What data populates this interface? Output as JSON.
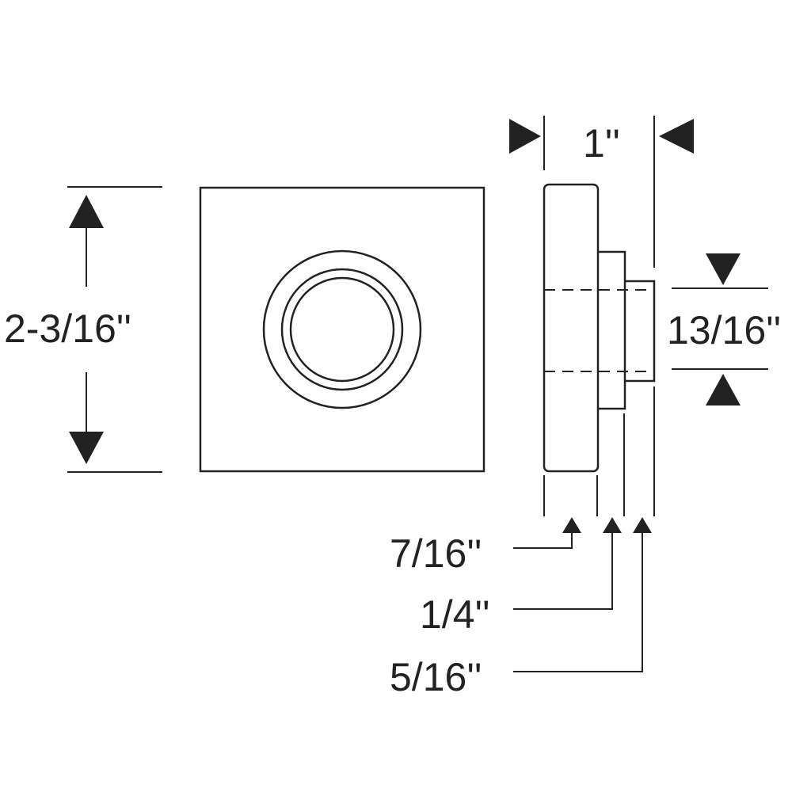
{
  "figure": {
    "type": "dimensioned part drawing",
    "views": [
      "front view",
      "side view"
    ]
  },
  "dimensions": {
    "height": "2-3/16''",
    "overall_depth": "1''",
    "boss_diameter": "13/16''",
    "flange_thickness": "7/16''",
    "middle_step": "1/4''",
    "boss_length": "5/16''"
  },
  "colors": {
    "line": "#222222",
    "background": "#ffffff"
  }
}
